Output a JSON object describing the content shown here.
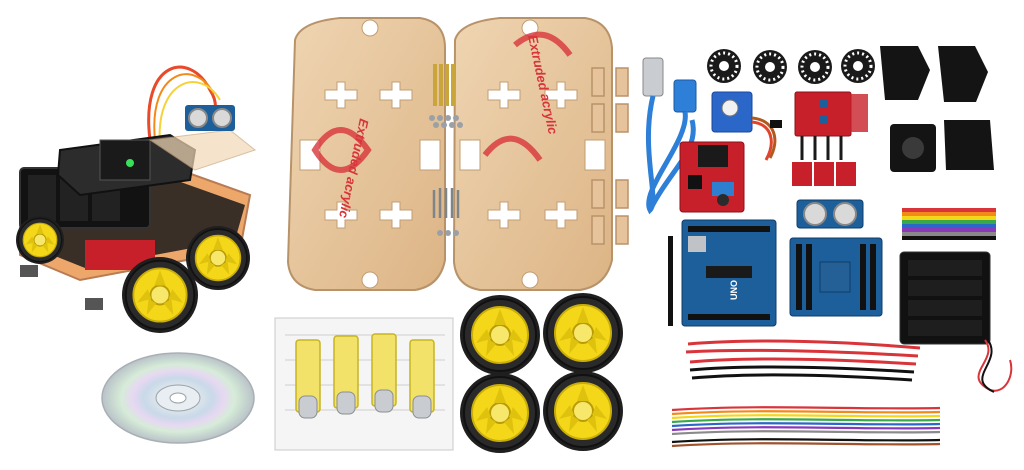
{
  "printed_text": {
    "acrylic_film_left": "Extruded acrylic",
    "acrylic_film_right": "Extruded acrylic",
    "board_label": "UNO"
  },
  "colors": {
    "acrylic": "#e6c39a",
    "acrylic_edge": "#b8936a",
    "film_red": "#d8343a",
    "tyre": "#1f1f1f",
    "rim": "#f3d718",
    "motor": "#f2e26a",
    "pcb_blue": "#1d5f9a",
    "pcb_red": "#c8202a",
    "battery_holder": "#111111",
    "usb_cable": "#2d7fd8"
  }
}
